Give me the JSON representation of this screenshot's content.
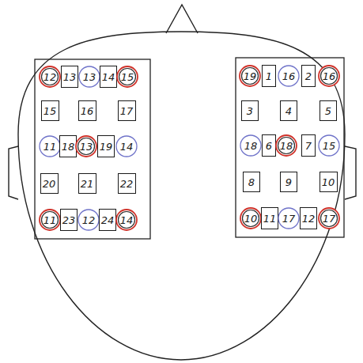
{
  "diagram": {
    "nodes": [
      {
        "text": [
          "12"
        ]
      },
      {
        "text": [
          "13"
        ]
      },
      {
        "text": [
          "13"
        ]
      },
      {
        "text": [
          "14"
        ]
      },
      {
        "text": [
          "15"
        ]
      },
      {
        "text": [
          "15"
        ]
      },
      {
        "text": [
          "16"
        ]
      },
      {
        "text": [
          "17"
        ]
      },
      {
        "text": [
          "11"
        ]
      },
      {
        "text": [
          "18"
        ]
      },
      {
        "text": [
          "13"
        ]
      },
      {
        "text": [
          "19"
        ]
      },
      {
        "text": [
          "14"
        ]
      },
      {
        "text": [
          "20"
        ]
      },
      {
        "text": [
          "21"
        ]
      },
      {
        "text": [
          "22"
        ]
      },
      {
        "text": [
          "11"
        ]
      },
      {
        "text": [
          "23"
        ]
      },
      {
        "text": [
          "12"
        ]
      },
      {
        "text": [
          "24"
        ]
      },
      {
        "text": [
          "14"
        ]
      },
      {
        "text": [
          "19"
        ]
      },
      {
        "text": [
          "1"
        ]
      },
      {
        "text": [
          "16"
        ]
      },
      {
        "text": [
          "2"
        ]
      },
      {
        "text": [
          "16"
        ]
      },
      {
        "text": [
          "3"
        ]
      },
      {
        "text": [
          "4"
        ]
      },
      {
        "text": [
          "5"
        ]
      },
      {
        "text": [
          "18"
        ]
      },
      {
        "text": [
          "6"
        ]
      },
      {
        "text": [
          "18"
        ]
      },
      {
        "text": [
          "7"
        ]
      },
      {
        "text": [
          "15"
        ]
      },
      {
        "text": [
          "8"
        ]
      },
      {
        "text": [
          "9"
        ]
      },
      {
        "text": [
          "10"
        ]
      },
      {
        "text": [
          "10"
        ]
      },
      {
        "text": [
          "11"
        ]
      },
      {
        "text": [
          "17"
        ]
      },
      {
        "text": [
          "12"
        ]
      },
      {
        "text": [
          "17"
        ]
      }
    ]
  }
}
